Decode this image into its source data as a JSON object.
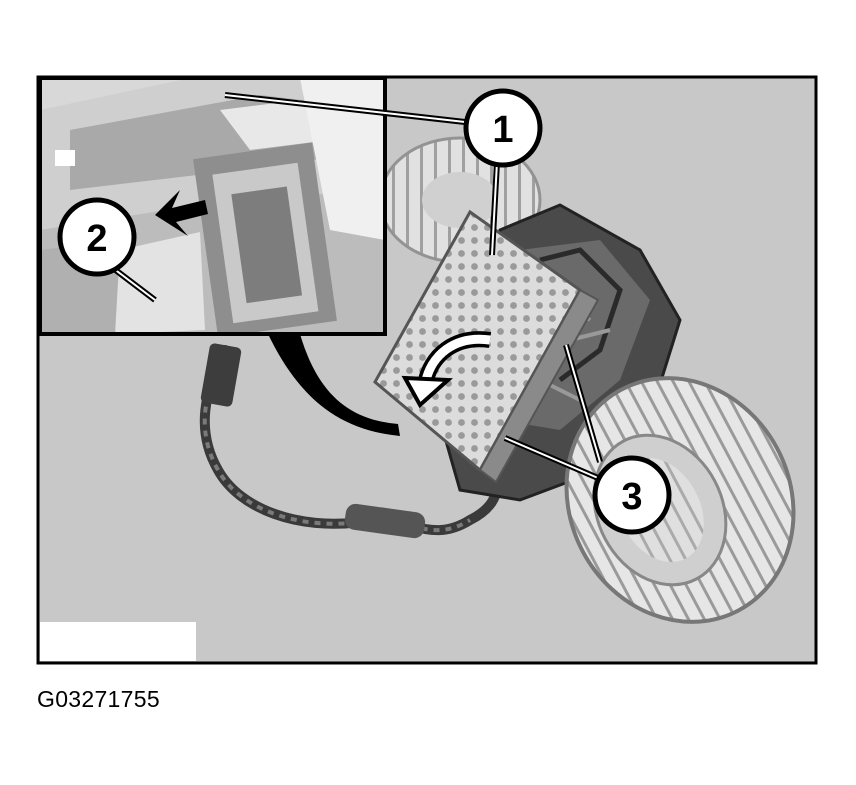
{
  "figure": {
    "id_label": "G03271755",
    "callouts": [
      {
        "number": "1",
        "target": "blower-final-stage-resistor"
      },
      {
        "number": "2",
        "target": "release-tab"
      },
      {
        "number": "3",
        "target": "resistor-mounting-edges"
      }
    ],
    "colors": {
      "background_gray": "#c8c8c8",
      "frame_black": "#000000",
      "callout_fill": "#ffffff"
    }
  }
}
